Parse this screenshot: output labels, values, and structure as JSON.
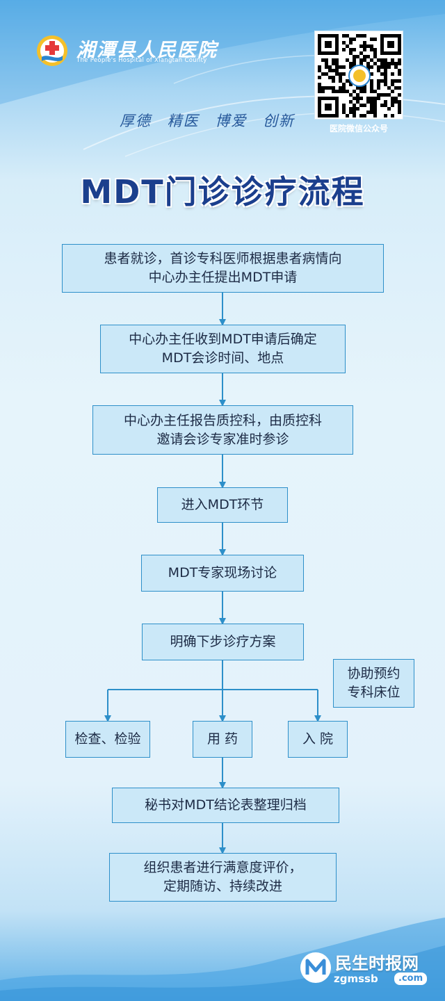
{
  "header": {
    "hospital_name": "湘潭县人民医院",
    "hospital_name_en": "The People's Hospital of Xiangtan County",
    "logo_icon": "hospital-cross-logo-icon",
    "qr_icon": "wechat-qr-code-icon",
    "qr_caption": "医院微信公众号",
    "motto": "厚德 精医 博爱 创新"
  },
  "title": "MDT门诊诊疗流程",
  "flow": {
    "step1": "患者就诊，首诊专科医师根据患者病情向\n中心办主任提出MDT申请",
    "step2": "中心办主任收到MDT申请后确定\nMDT会诊时间、地点",
    "step3": "中心办主任报告质控科，由质控科\n邀请会诊专家准时参诊",
    "step4": "进入MDT环节",
    "step5": "MDT专家现场讨论",
    "step6": "明确下步诊疗方案",
    "branch_exam": "检查、检验",
    "branch_medication": "用  药",
    "branch_admission": "入  院",
    "note_admission": "协助预约\n专科床位",
    "step7": "秘书对MDT结论表整理归档",
    "step8": "组织患者进行满意度评价，\n定期随访、持续改进"
  },
  "watermark": {
    "name": "民生时报网",
    "url": "zgmssb",
    "tld": ".com"
  },
  "colors": {
    "box_fill": "#cbe8f8",
    "box_border": "#2d8fc9",
    "connector": "#2d8fc9",
    "title": "#1b3f8d"
  }
}
